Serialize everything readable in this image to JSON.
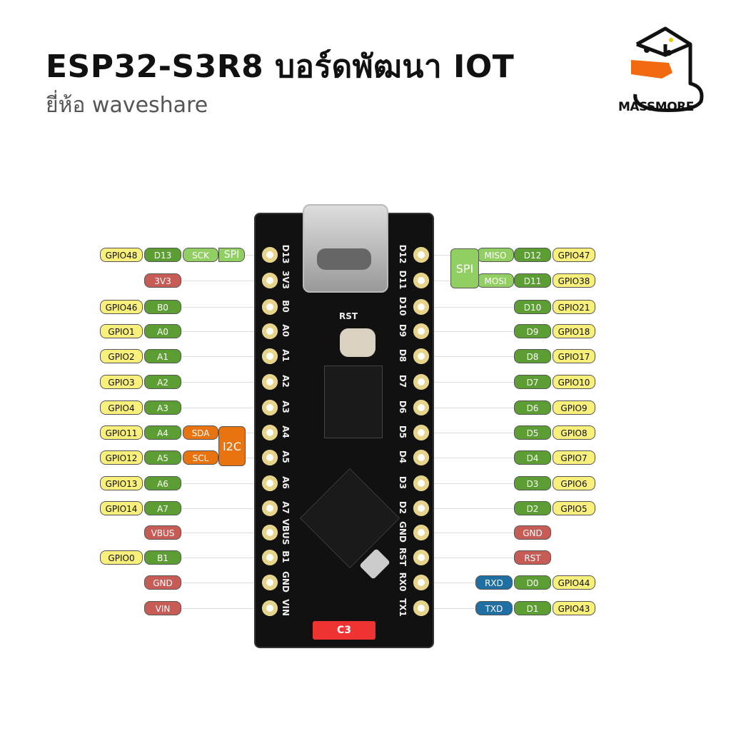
{
  "header": {
    "title": "ESP32-S3R8 บอร์ดพัฒนา IOT",
    "subtitle": "ยี่ห้อ waveshare"
  },
  "logo": {
    "text": "MASSMORE"
  },
  "board": {
    "reset_label": "RST",
    "chip_label": "C3"
  },
  "colors": {
    "gpio": "#f8f07a",
    "digital": "#5c9e33",
    "spi": "#92cf62",
    "power": "#c75c57",
    "i2c": "#e8730f",
    "uart": "#1f6fa3"
  },
  "left_pins": [
    {
      "silk": "D13",
      "labels": [
        {
          "t": "GPIO48",
          "c": "yellow"
        },
        {
          "t": "D13",
          "c": "green"
        },
        {
          "t": "SCK",
          "c": "lgreen"
        }
      ]
    },
    {
      "silk": "3V3",
      "labels": [
        {
          "t": "3V3",
          "c": "red"
        }
      ]
    },
    {
      "silk": "B0",
      "labels": [
        {
          "t": "GPIO46",
          "c": "yellow"
        },
        {
          "t": "B0",
          "c": "green"
        }
      ]
    },
    {
      "silk": "A0",
      "labels": [
        {
          "t": "GPIO1",
          "c": "yellow"
        },
        {
          "t": "A0",
          "c": "green"
        }
      ]
    },
    {
      "silk": "A1",
      "labels": [
        {
          "t": "GPIO2",
          "c": "yellow"
        },
        {
          "t": "A1",
          "c": "green"
        }
      ]
    },
    {
      "silk": "A2",
      "labels": [
        {
          "t": "GPIO3",
          "c": "yellow"
        },
        {
          "t": "A2",
          "c": "green"
        }
      ]
    },
    {
      "silk": "A3",
      "labels": [
        {
          "t": "GPIO4",
          "c": "yellow"
        },
        {
          "t": "A3",
          "c": "green"
        }
      ]
    },
    {
      "silk": "A4",
      "labels": [
        {
          "t": "GPIO11",
          "c": "yellow"
        },
        {
          "t": "A4",
          "c": "green"
        },
        {
          "t": "SDA",
          "c": "orange"
        }
      ]
    },
    {
      "silk": "A5",
      "labels": [
        {
          "t": "GPIO12",
          "c": "yellow"
        },
        {
          "t": "A5",
          "c": "green"
        },
        {
          "t": "SCL",
          "c": "orange"
        }
      ]
    },
    {
      "silk": "A6",
      "labels": [
        {
          "t": "GPIO13",
          "c": "yellow"
        },
        {
          "t": "A6",
          "c": "green"
        }
      ]
    },
    {
      "silk": "A7",
      "labels": [
        {
          "t": "GPIO14",
          "c": "yellow"
        },
        {
          "t": "A7",
          "c": "green"
        }
      ]
    },
    {
      "silk": "VBUS",
      "labels": [
        {
          "t": "VBUS",
          "c": "red"
        }
      ]
    },
    {
      "silk": "B1",
      "labels": [
        {
          "t": "GPIO0",
          "c": "yellow"
        },
        {
          "t": "B1",
          "c": "green"
        }
      ]
    },
    {
      "silk": "GND",
      "labels": [
        {
          "t": "GND",
          "c": "red"
        }
      ]
    },
    {
      "silk": "VIN",
      "labels": [
        {
          "t": "VIN",
          "c": "red"
        }
      ]
    }
  ],
  "right_pins": [
    {
      "silk": "D12",
      "labels": [
        {
          "t": "MISO",
          "c": "lgreen"
        },
        {
          "t": "D12",
          "c": "green"
        },
        {
          "t": "GPIO47",
          "c": "yellow"
        }
      ]
    },
    {
      "silk": "D11",
      "labels": [
        {
          "t": "MOSI",
          "c": "lgreen"
        },
        {
          "t": "D11",
          "c": "green"
        },
        {
          "t": "GPIO38",
          "c": "yellow"
        }
      ]
    },
    {
      "silk": "D10",
      "labels": [
        {
          "t": "D10",
          "c": "green"
        },
        {
          "t": "GPIO21",
          "c": "yellow"
        }
      ]
    },
    {
      "silk": "D9",
      "labels": [
        {
          "t": "D9",
          "c": "green"
        },
        {
          "t": "GPIO18",
          "c": "yellow"
        }
      ]
    },
    {
      "silk": "D8",
      "labels": [
        {
          "t": "D8",
          "c": "green"
        },
        {
          "t": "GPIO17",
          "c": "yellow"
        }
      ]
    },
    {
      "silk": "D7",
      "labels": [
        {
          "t": "D7",
          "c": "green"
        },
        {
          "t": "GPIO10",
          "c": "yellow"
        }
      ]
    },
    {
      "silk": "D6",
      "labels": [
        {
          "t": "D6",
          "c": "green"
        },
        {
          "t": "GPIO9",
          "c": "yellow"
        }
      ]
    },
    {
      "silk": "D5",
      "labels": [
        {
          "t": "D5",
          "c": "green"
        },
        {
          "t": "GPIO8",
          "c": "yellow"
        }
      ]
    },
    {
      "silk": "D4",
      "labels": [
        {
          "t": "D4",
          "c": "green"
        },
        {
          "t": "GPIO7",
          "c": "yellow"
        }
      ]
    },
    {
      "silk": "D3",
      "labels": [
        {
          "t": "D3",
          "c": "green"
        },
        {
          "t": "GPIO6",
          "c": "yellow"
        }
      ]
    },
    {
      "silk": "D2",
      "labels": [
        {
          "t": "D2",
          "c": "green"
        },
        {
          "t": "GPIO5",
          "c": "yellow"
        }
      ]
    },
    {
      "silk": "GND",
      "labels": [
        {
          "t": "GND",
          "c": "red"
        }
      ]
    },
    {
      "silk": "RST",
      "labels": [
        {
          "t": "RST",
          "c": "red"
        }
      ]
    },
    {
      "silk": "RX0",
      "labels": [
        {
          "t": "RXD",
          "c": "blue"
        },
        {
          "t": "D0",
          "c": "green"
        },
        {
          "t": "GPIO44",
          "c": "yellow"
        }
      ]
    },
    {
      "silk": "TX1",
      "labels": [
        {
          "t": "TXD",
          "c": "blue"
        },
        {
          "t": "D1",
          "c": "green"
        },
        {
          "t": "GPIO43",
          "c": "yellow"
        }
      ]
    }
  ],
  "groups": {
    "spi_left": "SPI",
    "spi_right": "SPI",
    "i2c": "I2C"
  }
}
